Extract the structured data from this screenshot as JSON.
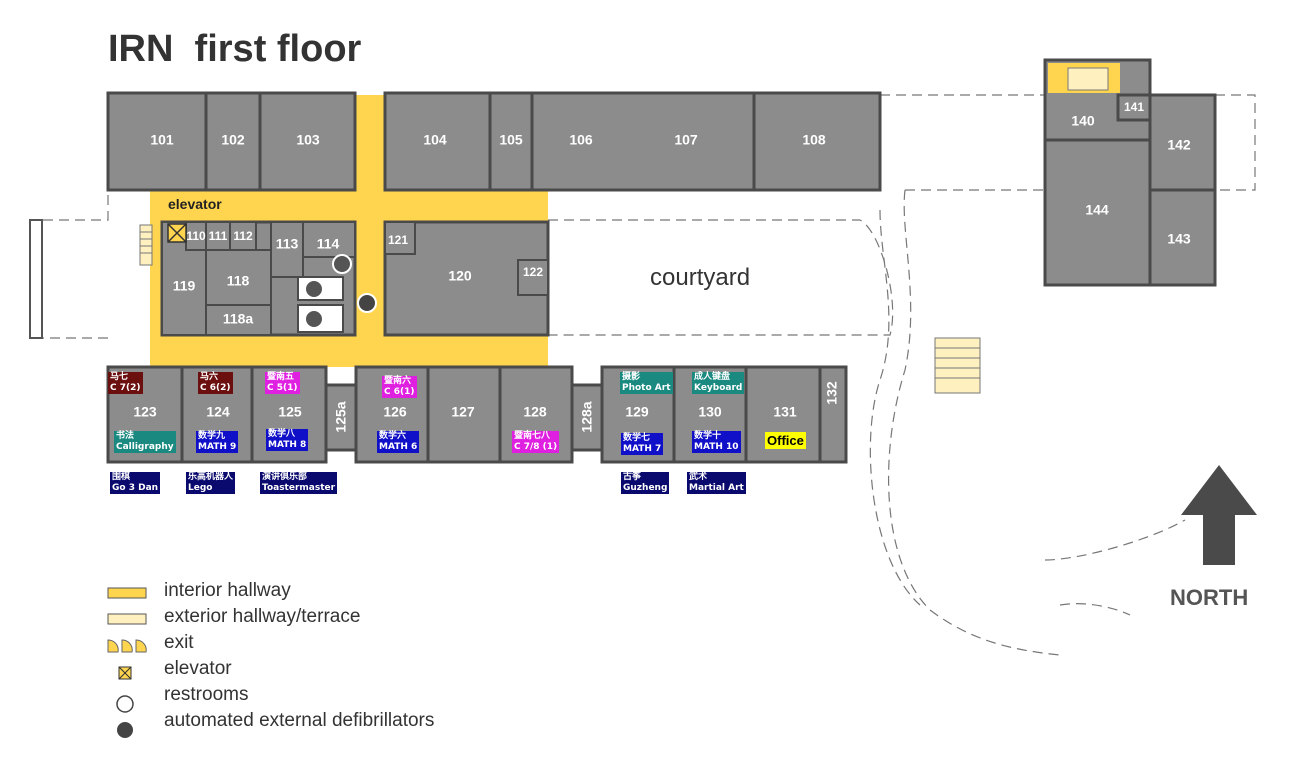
{
  "title": "IRN  first floor",
  "colors": {
    "wall": "#4a4a4a",
    "room": "#8c8c8c",
    "hallway": "#ffd54f",
    "terrace": "#fff0c0",
    "maroon": "#6b0f0f",
    "magenta": "#e020e0",
    "blue": "#1010c8",
    "teal": "#1a8a80",
    "navy": "#0a0a6e",
    "office": "#ffff00"
  },
  "labels": {
    "elevator": "elevator",
    "courtyard": "courtyard",
    "north": "NORTH",
    "office": "Office"
  },
  "rooms": {
    "r101": "101",
    "r102": "102",
    "r103": "103",
    "r104": "104",
    "r105": "105",
    "r106": "106",
    "r107": "107",
    "r108": "108",
    "r110": "110",
    "r111": "111",
    "r112": "112",
    "r113": "113",
    "r114": "114",
    "r118": "118",
    "r118a": "118a",
    "r119": "119",
    "r120": "120",
    "r121": "121",
    "r122": "122",
    "r123": "123",
    "r124": "124",
    "r125": "125",
    "r125a": "125a",
    "r126": "126",
    "r127": "127",
    "r128": "128",
    "r128a": "128a",
    "r129": "129",
    "r130": "130",
    "r131": "131",
    "r132": "132",
    "r140": "140",
    "r141": "141",
    "r142": "142",
    "r143": "143",
    "r144": "144"
  },
  "classes": {
    "c123_top": {
      "l1": "马七",
      "l2": "C 7(2)"
    },
    "c123_bot": {
      "l1": "书法",
      "l2": "Calligraphy"
    },
    "c123_out": {
      "l1": "围棋",
      "l2": "Go 3 Dan"
    },
    "c124_top": {
      "l1": "马六",
      "l2": "C 6(2)"
    },
    "c124_bot": {
      "l1": "数学九",
      "l2": "MATH 9"
    },
    "c124_out": {
      "l1": "乐高机器人",
      "l2": "Lego"
    },
    "c125_top": {
      "l1": "暨南五",
      "l2": "C 5(1)"
    },
    "c125_bot": {
      "l1": "数学八",
      "l2": "MATH 8"
    },
    "c125_out": {
      "l1": "演讲俱乐部",
      "l2": "Toastermaster"
    },
    "c126_top": {
      "l1": "暨南六",
      "l2": "C 6(1)"
    },
    "c126_bot": {
      "l1": "数学六",
      "l2": "MATH 6"
    },
    "c128_top": {
      "l1": "暨南七八",
      "l2": "C 7/8 (1)"
    },
    "c129_top": {
      "l1": "摄影",
      "l2": "Photo Art"
    },
    "c129_bot": {
      "l1": "数学七",
      "l2": "MATH 7"
    },
    "c129_out": {
      "l1": "古筝",
      "l2": "Guzheng"
    },
    "c130_top": {
      "l1": "成人键盘",
      "l2": "Keyboard"
    },
    "c130_bot": {
      "l1": "数学十",
      "l2": "MATH 10"
    },
    "c130_out": {
      "l1": "武术",
      "l2": "Martial Art"
    }
  },
  "legend": [
    {
      "icon": "interior-hallway-swatch",
      "text": "interior hallway"
    },
    {
      "icon": "exterior-hallway-swatch",
      "text": "exterior hallway/terrace"
    },
    {
      "icon": "exit-icon",
      "text": "exit"
    },
    {
      "icon": "elevator-icon",
      "text": "elevator"
    },
    {
      "icon": "restroom-icon",
      "text": "restrooms"
    },
    {
      "icon": "defibrillator-icon",
      "text": "automated external defibrillators"
    }
  ]
}
